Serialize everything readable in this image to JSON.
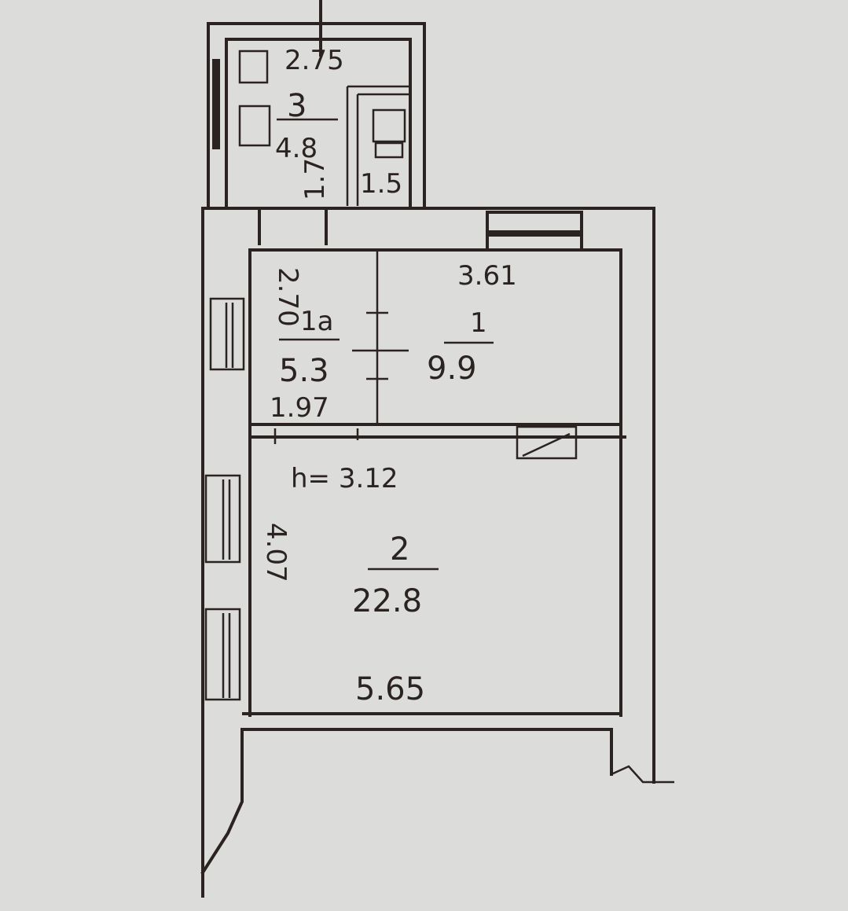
{
  "plan": {
    "kitchen": {
      "number": "3",
      "area": "4.8",
      "width": "2.75",
      "depth": "1.7"
    },
    "bathroom": {
      "area": "1.5"
    },
    "room_1a": {
      "number": "1a",
      "area": "5.3",
      "width": "1.97",
      "height": "2.70"
    },
    "room_1": {
      "number": "1",
      "area": "9.9",
      "width": "3.61"
    },
    "room_2": {
      "number": "2",
      "area": "22.8",
      "width": "5.65",
      "height": "4.07",
      "ceiling": "h= 3.12"
    }
  }
}
